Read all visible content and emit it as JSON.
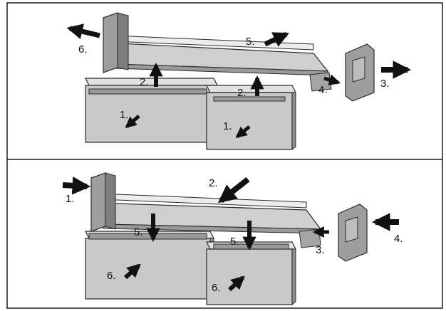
{
  "colors": {
    "frame": "#1a1a1a",
    "outline": "#2a2a2a",
    "part_fill": "#c9c9c9",
    "part_dark": "#8f8f8f",
    "part_light": "#e2e2e2",
    "arrow": "#111111",
    "background": "#ffffff"
  },
  "top_panel": {
    "steps": {
      "s1a": "1.",
      "s1b": "1.",
      "s2a": "2.",
      "s2b": "2.",
      "s3": "3.",
      "s4": "4.",
      "s5": "5.",
      "s6": "6."
    }
  },
  "bottom_panel": {
    "steps": {
      "s1": "1.",
      "s2": "2.",
      "s3": "3.",
      "s4": "4.",
      "s5a": "5.",
      "s5b": "5.",
      "s6a": "6.",
      "s6b": "6."
    }
  }
}
